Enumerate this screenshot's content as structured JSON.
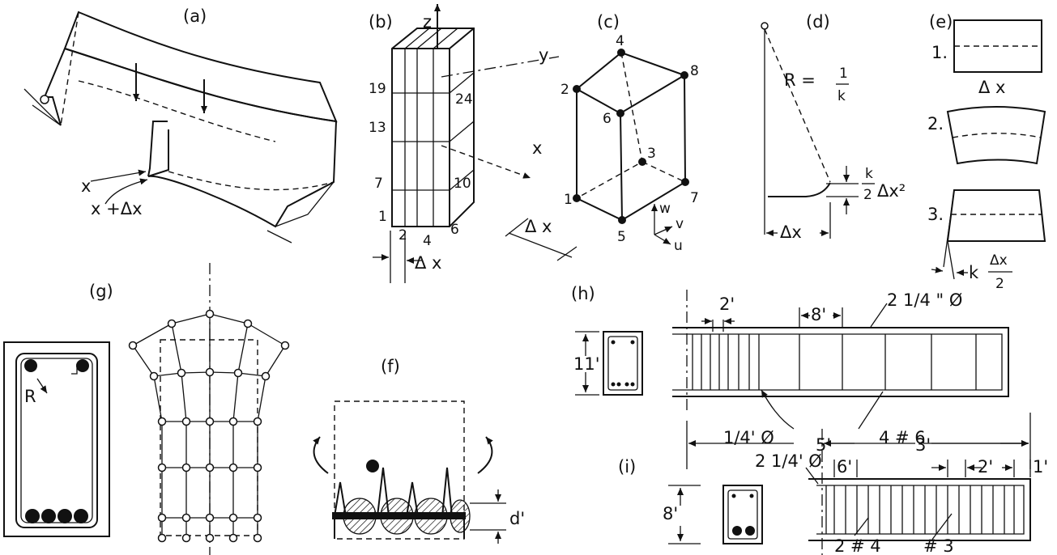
{
  "panels": {
    "a": {
      "label": "(a)",
      "x": "x",
      "x_dx": "x +Δx"
    },
    "b": {
      "label": "(b)",
      "z": "z",
      "y": "y",
      "x": "x",
      "nums": [
        "24",
        "19",
        "13",
        "10",
        "7",
        "1",
        "2",
        "4",
        "6"
      ],
      "dx": "Δ x"
    },
    "c": {
      "label": "(c)",
      "nodes": [
        "1",
        "2",
        "3",
        "4",
        "5",
        "6",
        "7",
        "8"
      ],
      "dx": "Δ x",
      "w": "w",
      "v": "v",
      "u": "u"
    },
    "d": {
      "label": "(d)",
      "R": "R =",
      "num": "1",
      "den": "k",
      "k": "k",
      "two": "2",
      "dx2": "Δx²",
      "dx": "Δx"
    },
    "e": {
      "label": "(e)",
      "s1": "1.",
      "s2": "2.",
      "s3": "3.",
      "dx": "Δ x",
      "k": "k",
      "frac_num": "Δx",
      "frac_den": "2"
    },
    "f": {
      "label": "(f)",
      "d": "d'"
    },
    "g": {
      "label": "(g)",
      "R": "R"
    },
    "h": {
      "label": "(h)",
      "h11": "11'",
      "s2": "2'",
      "s8": "8'",
      "bar_top": "2 1/4 \" Ø",
      "stirrup": "1/4' Ø",
      "span": "5'",
      "bar_bot": "4 # 6"
    },
    "i": {
      "label": "(i)",
      "h8": "8'",
      "bar_top": "2 1/4' Ø",
      "span": "3'",
      "s6": "6'",
      "s2": "2'",
      "s1": "1'",
      "bar_bot": "2 # 4",
      "stirrup": "# 3"
    }
  }
}
